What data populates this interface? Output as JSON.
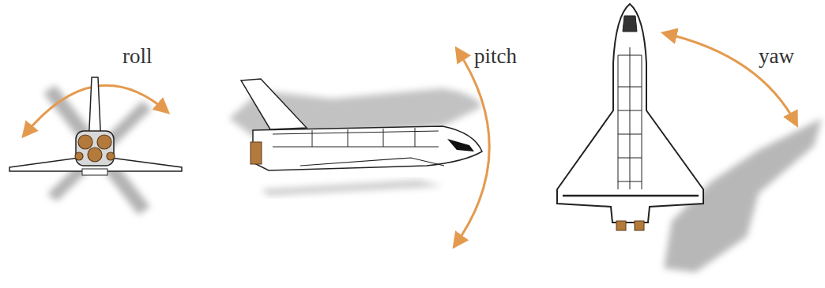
{
  "diagram": {
    "labels": [
      "roll",
      "pitch",
      "yaw"
    ]
  }
}
